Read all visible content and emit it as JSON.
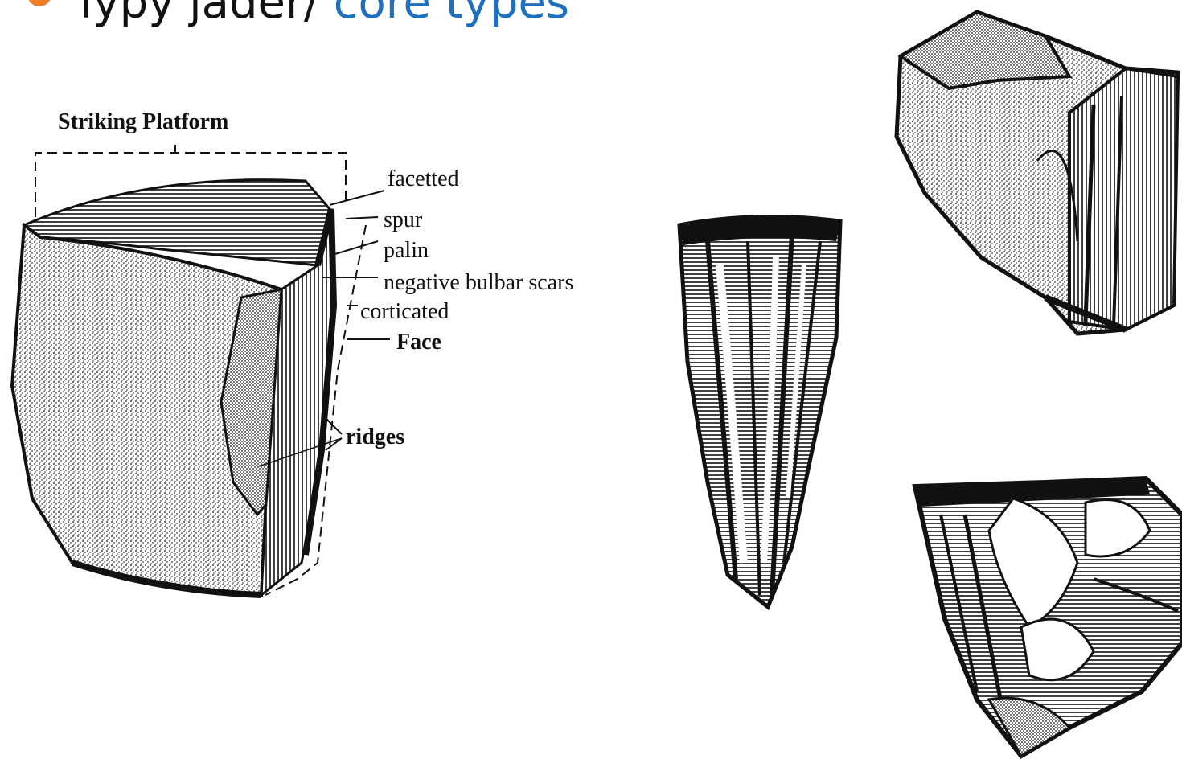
{
  "title": {
    "czech": "Typy jader/",
    "english": "core types"
  },
  "diagram": {
    "labels": {
      "striking_platform": "Striking Platform",
      "facetted": "facetted",
      "spur": "spur",
      "palin": "palin",
      "negative_bulbar_scars": "negative bulbar scars",
      "corticated": "corticated",
      "face": "Face",
      "ridges": "ridges"
    }
  },
  "colors": {
    "bullet": "#f07d26",
    "title_english": "#1f6fc0",
    "ink": "#111111"
  }
}
